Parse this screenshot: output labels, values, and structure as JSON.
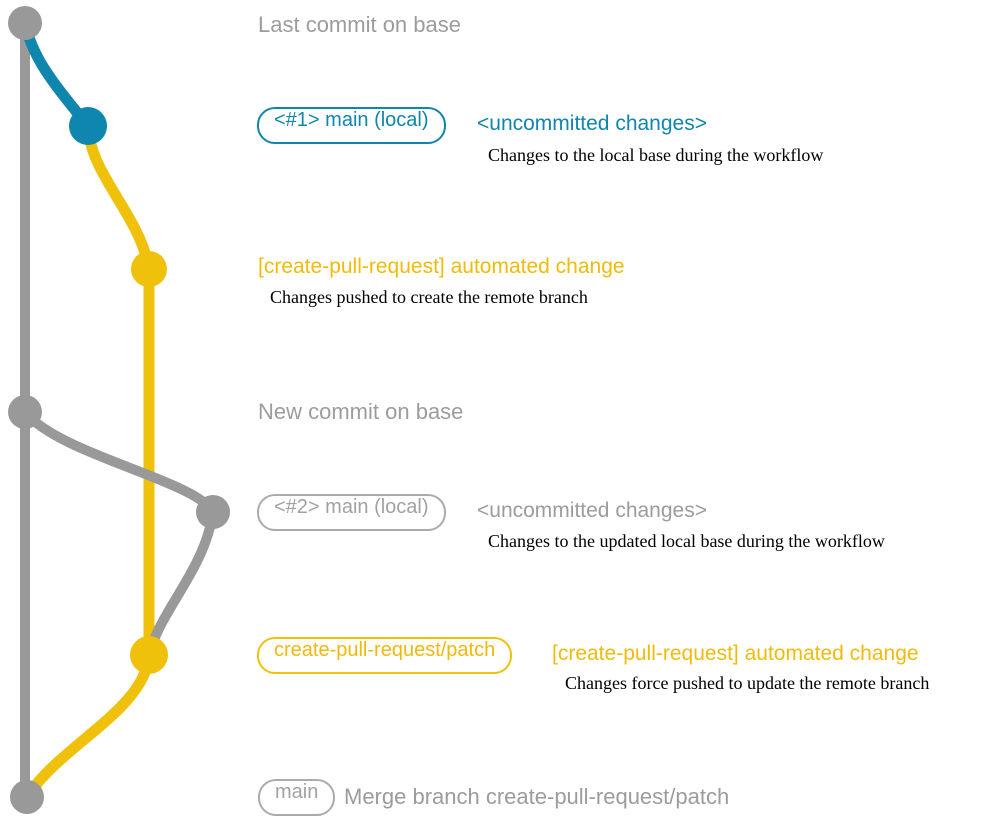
{
  "colors": {
    "gray": "#999999",
    "teal": "#0e86ad",
    "yellow": "#f0c10b",
    "note_text": "#000000",
    "caption_text": "#9c9c9c"
  },
  "rows": {
    "last_commit": {
      "caption": "Last commit on base"
    },
    "commit1": {
      "branch_tag": "<#1> main (local)",
      "message": "<uncommitted changes>",
      "note": "Changes to the local base during the workflow"
    },
    "push1": {
      "message": "[create-pull-request] automated change",
      "note": "Changes pushed to create the remote branch"
    },
    "new_commit": {
      "caption": "New commit on base"
    },
    "commit2": {
      "branch_tag": "<#2> main (local)",
      "message": "<uncommitted changes>",
      "note": "Changes to the updated local base during the workflow"
    },
    "push2": {
      "branch_tag": "create-pull-request/patch",
      "message": "[create-pull-request] automated change",
      "note": "Changes force pushed to update the remote branch"
    },
    "merge": {
      "branch_tag": "main",
      "message": "Merge branch create-pull-request/patch"
    }
  }
}
